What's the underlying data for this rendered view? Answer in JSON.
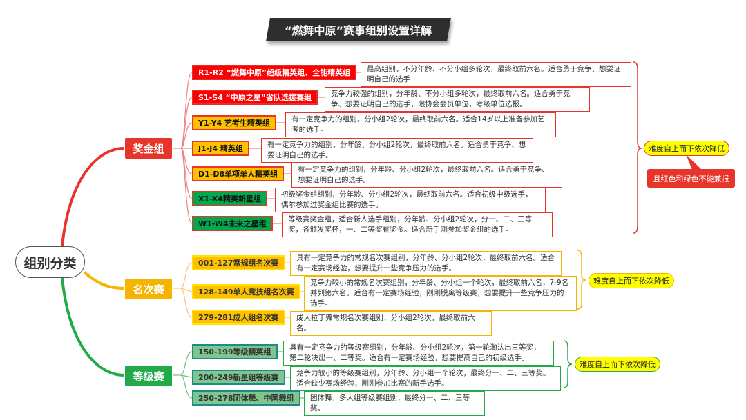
{
  "title": "“燃舞中原”赛事组别设置详解",
  "root": {
    "label": "组别分类"
  },
  "colors": {
    "red": "#e8352b",
    "orange": "#f5b400",
    "green": "#22aa48",
    "leaf_red": "#ff0000",
    "leaf_yellow": "#ffc000",
    "leaf_green": "#00a84f",
    "leaf_teal_green": "#7fc58e",
    "pill_yellow": "#ffff00"
  },
  "branches": [
    {
      "label": "奖金组",
      "color": "#e8352b",
      "leaves": [
        {
          "label": "R1-R2 “燃舞中原”超级精英组、全能精英组",
          "fill": "#ff0000",
          "desc": "最高组别，不分年龄、不分小组多轮次，最终取前六名。适合勇于竞争、想要证明自己的选手"
        },
        {
          "label": "S1-S4 “中原之星”省队选拔赛组",
          "fill": "#ff0000",
          "desc": "竞争力较强的组别，分年龄、不分小组多轮次，最终取前六名。适合勇于竞争、想要证明自己的选手，限协会会员单位，考级单位选报。"
        },
        {
          "label": "Y1-Y4 艺考生精英组",
          "fill": "#ffc000",
          "desc": "有一定竞争力的组别，分小组2轮次，最终取前六名。适合14岁以上准备参加艺考的选手。"
        },
        {
          "label": "J1-J4 精英组",
          "fill": "#ffc000",
          "desc": "有一定竞争力的组别，分年龄、分小组2轮次，最终取前六名。适合勇于竞争、想要证明自己的选手。"
        },
        {
          "label": "D1-D8单项单人精英组",
          "fill": "#ffc000",
          "desc": "有一定竞争力的组别，分年龄、分小组2轮次，最终取前六名。适合勇于竞争、想要证明自己的选手。"
        },
        {
          "label": "X1-X4精英新星组",
          "fill": "#00a84f",
          "desc": "初级奖金组组别，分年龄、分小组2轮次，最终取前六名。适合初级中级选手，偶尔参加过奖金组比赛的选手。"
        },
        {
          "label": "W1-W4未来之星组",
          "fill": "#00a84f",
          "desc": "等级赛奖金组，适合新人选手组别，分年龄、分小组2轮次，分一、二、三等奖，各颁发奖杯，一、二等奖有奖金。适合新手刚参加奖金组的选手。"
        }
      ],
      "annotation": "难度自上而下依次降低",
      "note": "且红色和绿色不能兼报"
    },
    {
      "label": "名次赛",
      "color": "#f5b400",
      "leaves": [
        {
          "label": "001-127常规组名次赛",
          "fill": "#ffc000",
          "desc": "具有一定竞争力的常规名次赛组别，分年龄、分小组2轮次，最终取前六名。适合有一定赛场经验，想要提升一些竞争压力的选手。"
        },
        {
          "label": "128-149单人竞技组名次赛",
          "fill": "#ffc000",
          "desc": "竞争力较小的常规名次赛组别，分年龄、分小组一个轮次，最终取前六名，7-9名并列第六名。适合有一定赛场经验，刚刚脱离等级赛，想要提升一些竞争压力的选手。"
        },
        {
          "label": "279-281成人组名次赛",
          "fill": "#ffc000",
          "desc": "成人拉丁舞常规名次赛组别，分小组2轮次，最终取前六名。"
        }
      ],
      "annotation": "难度自上而下依次降低"
    },
    {
      "label": "等级赛",
      "color": "#22aa48",
      "leaves": [
        {
          "label": "150-199等级精英组",
          "fill": "#7fc58e",
          "desc": "具有一定竞争力的等级赛组别，分年龄、分小组2轮次，第一轮淘汰出三等奖，第二轮决出一、二等奖。适合有一定赛场经验，想要提高自己的初级选手。"
        },
        {
          "label": "200-249新星组等级赛",
          "fill": "#7fc58e",
          "desc": "竞争力较小的等级赛组别，分年龄、分小组一个轮次，最终分一、二、三等奖。适合缺少赛场经验，刚刚参加比赛的新手选手。"
        },
        {
          "label": "250-278团体舞、中国舞组",
          "fill": "#7fc58e",
          "desc": "团体舞，多人组等级赛组别，最终分一、二、三等奖。"
        }
      ],
      "annotation": "难度自上而下依次降低"
    }
  ]
}
